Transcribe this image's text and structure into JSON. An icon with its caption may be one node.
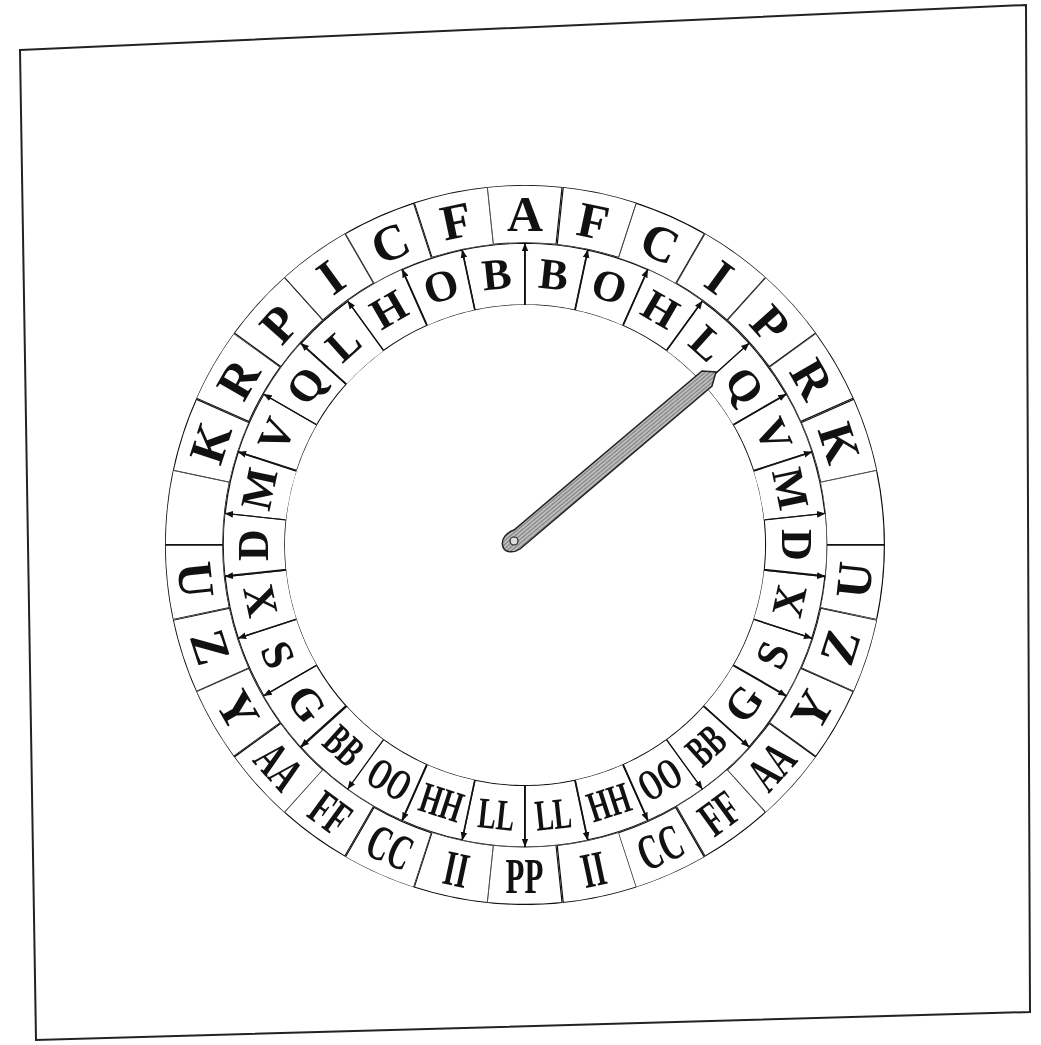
{
  "diagram": {
    "nodes": [
      {
        "text": [
          "A"
        ]
      },
      {
        "text": [
          "F"
        ]
      },
      {
        "text": [
          "C"
        ]
      },
      {
        "text": [
          "I"
        ]
      },
      {
        "text": [
          "P"
        ]
      },
      {
        "text": [
          "R"
        ]
      },
      {
        "text": [
          "K"
        ]
      },
      {
        "text": [],
        "shape": "box"
      },
      {
        "text": [
          "U"
        ]
      },
      {
        "text": [
          "Z"
        ]
      },
      {
        "text": [
          "Y"
        ]
      },
      {
        "text": [
          "AA"
        ]
      },
      {
        "text": [
          "FF"
        ]
      },
      {
        "text": [
          "CC"
        ]
      },
      {
        "text": [
          "II"
        ]
      },
      {
        "text": [
          "PP"
        ]
      },
      {
        "text": [
          "II"
        ]
      },
      {
        "text": [
          "CC"
        ]
      },
      {
        "text": [
          "FF"
        ]
      },
      {
        "text": [
          "AA"
        ]
      },
      {
        "text": [
          "Y"
        ]
      },
      {
        "text": [
          "Z"
        ]
      },
      {
        "text": [
          "U"
        ]
      },
      {
        "text": [],
        "shape": "box"
      },
      {
        "text": [
          "K"
        ]
      },
      {
        "text": [
          "R"
        ]
      },
      {
        "text": [
          "P"
        ]
      },
      {
        "text": [
          "I"
        ]
      },
      {
        "text": [
          "C"
        ]
      },
      {
        "text": [
          "F"
        ]
      },
      {
        "text": [
          "B"
        ]
      },
      {
        "text": [
          "O"
        ]
      },
      {
        "text": [
          "H"
        ]
      },
      {
        "text": [
          "L"
        ]
      },
      {
        "text": [
          "Q"
        ]
      },
      {
        "text": [
          "V"
        ]
      },
      {
        "text": [
          "M"
        ]
      },
      {
        "text": [
          "D"
        ]
      },
      {
        "text": [
          "X"
        ]
      },
      {
        "text": [
          "S"
        ]
      },
      {
        "text": [
          "G"
        ]
      },
      {
        "text": [
          "BB"
        ]
      },
      {
        "text": [
          "OO"
        ]
      },
      {
        "text": [
          "HH"
        ]
      },
      {
        "text": [
          "LL"
        ]
      },
      {
        "text": [
          "LL"
        ]
      },
      {
        "text": [
          "HH"
        ]
      },
      {
        "text": [
          "OO"
        ]
      },
      {
        "text": [
          "BB"
        ]
      },
      {
        "text": [
          "G"
        ]
      },
      {
        "text": [
          "S"
        ]
      },
      {
        "text": [
          "X"
        ]
      },
      {
        "text": [
          "D"
        ]
      },
      {
        "text": [
          "M"
        ]
      },
      {
        "text": [
          "V"
        ]
      },
      {
        "text": [
          "Q"
        ]
      },
      {
        "text": [
          "L"
        ]
      },
      {
        "text": [
          "H"
        ]
      },
      {
        "text": [
          "O"
        ]
      },
      {
        "text": [
          "B"
        ]
      }
    ],
    "edges": [
      {
        "from": 30,
        "to": 0,
        "arrow": "to"
      },
      {
        "from": 31,
        "to": 1,
        "arrow": "to"
      },
      {
        "from": 32,
        "to": 2,
        "arrow": "to"
      },
      {
        "from": 33,
        "to": 3,
        "arrow": "to"
      },
      {
        "from": 34,
        "to": 4,
        "arrow": "to"
      },
      {
        "from": 35,
        "to": 5,
        "arrow": "to"
      },
      {
        "from": 36,
        "to": 6,
        "arrow": "to"
      },
      {
        "from": 37,
        "to": 7,
        "arrow": "to"
      },
      {
        "from": 38,
        "to": 8,
        "arrow": "to"
      },
      {
        "from": 39,
        "to": 9,
        "arrow": "to"
      },
      {
        "from": 40,
        "to": 10,
        "arrow": "to"
      },
      {
        "from": 41,
        "to": 11,
        "arrow": "to"
      },
      {
        "from": 42,
        "to": 12,
        "arrow": "to"
      },
      {
        "from": 43,
        "to": 13,
        "arrow": "to"
      },
      {
        "from": 44,
        "to": 14,
        "arrow": "to"
      },
      {
        "from": 45,
        "to": 15,
        "arrow": "to"
      },
      {
        "from": 46,
        "to": 16,
        "arrow": "to"
      },
      {
        "from": 47,
        "to": 17,
        "arrow": "to"
      },
      {
        "from": 48,
        "to": 18,
        "arrow": "to"
      },
      {
        "from": 49,
        "to": 19,
        "arrow": "to"
      },
      {
        "from": 50,
        "to": 20,
        "arrow": "to"
      },
      {
        "from": 51,
        "to": 21,
        "arrow": "to"
      },
      {
        "from": 52,
        "to": 22,
        "arrow": "to"
      },
      {
        "from": 53,
        "to": 23,
        "arrow": "to"
      },
      {
        "from": 54,
        "to": 24,
        "arrow": "to"
      },
      {
        "from": 55,
        "to": 25,
        "arrow": "to"
      },
      {
        "from": 56,
        "to": 26,
        "arrow": "to"
      },
      {
        "from": 57,
        "to": 27,
        "arrow": "to"
      },
      {
        "from": 58,
        "to": 28,
        "arrow": "to"
      },
      {
        "from": 59,
        "to": 29,
        "arrow": "to"
      }
    ]
  }
}
